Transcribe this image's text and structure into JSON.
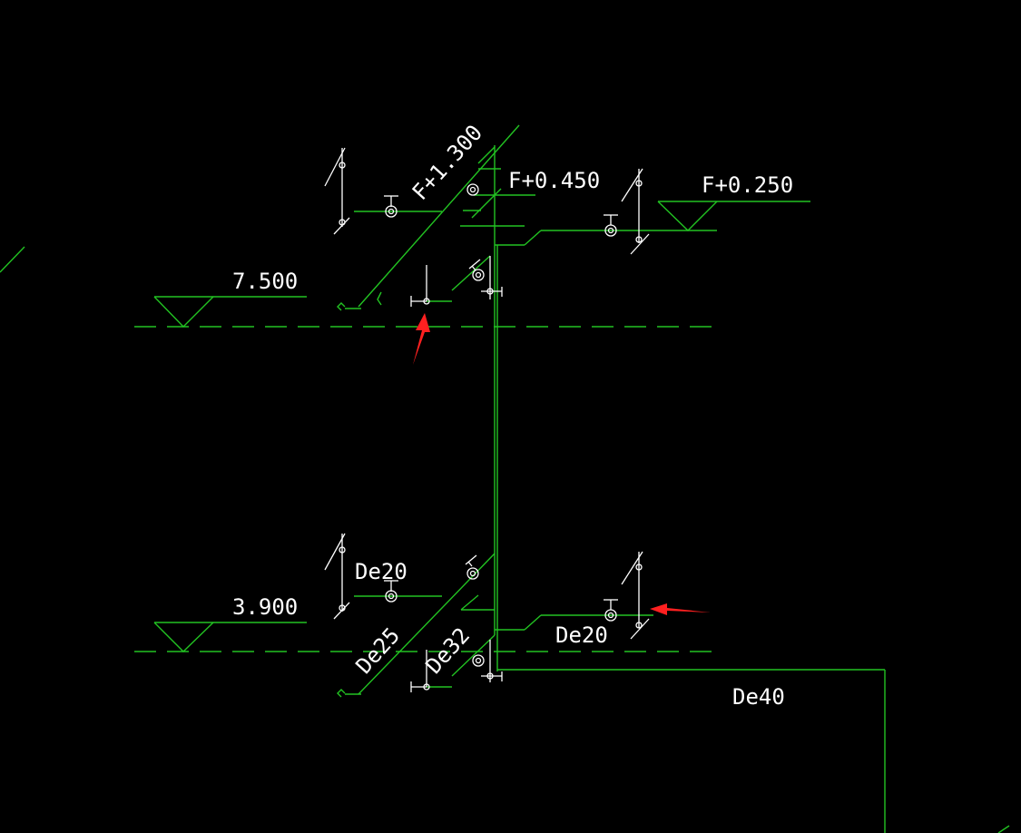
{
  "drawing": {
    "pipe_color": "#22c322",
    "symbol_color": "#ffffff",
    "marker_color": "#ff2020",
    "background": "#000000"
  },
  "labels": {
    "elev_7500": "7.500",
    "elev_3900": "3.900",
    "rel_f_1300": "F+1.300",
    "rel_f_0450": "F+0.450",
    "rel_f_0250": "F+0.250",
    "pipe_de20_upper": "De20",
    "pipe_de20_right": "De20",
    "pipe_de25": "De25",
    "pipe_de32": "De32",
    "pipe_de40": "De40"
  },
  "markers": [
    {
      "name": "red-arrow-upper",
      "direction": "up"
    },
    {
      "name": "red-arrow-lower",
      "direction": "left"
    }
  ]
}
